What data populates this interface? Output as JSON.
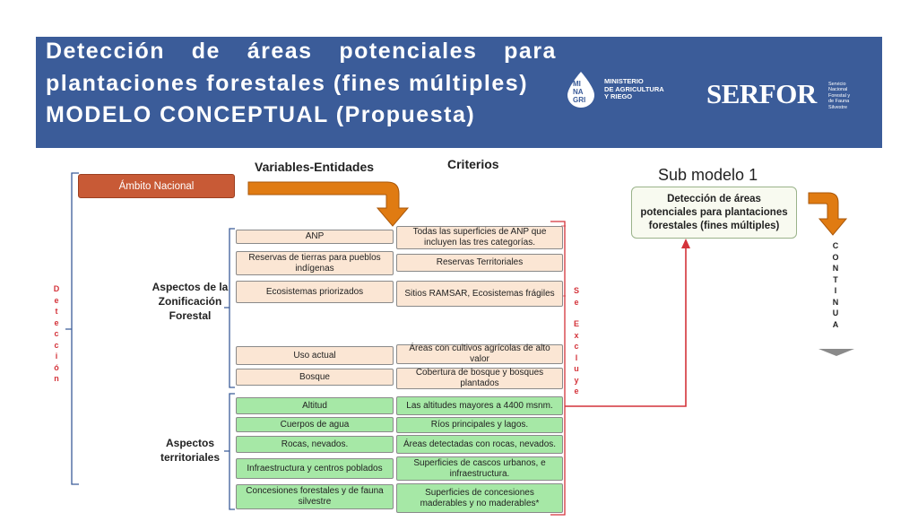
{
  "header": {
    "title_words_line1": [
      "Detección",
      "de",
      "áreas",
      "potenciales",
      "para"
    ],
    "title_line2": "plantaciones forestales (fines múltiples)",
    "title_line3": "MODELO CONCEPTUAL (Propuesta)",
    "minagri_mark": [
      "MI",
      "NA",
      "GRI"
    ],
    "minagri_text": [
      "MINISTERIO",
      "DE AGRICULTURA",
      "Y RIEGO"
    ],
    "serfor_logo": "SERFOR",
    "serfor_sub": [
      "Servicio",
      "Nacional",
      "Forestal y",
      "de Fauna",
      "Silvestre"
    ]
  },
  "headings": {
    "variables": "Variables-Entidades",
    "criterios": "Criterios",
    "submodelo": "Sub modelo 1"
  },
  "ambito": "Ámbito Nacional",
  "submodelo_box": "Detección de áreas potenciales para plantaciones forestales (fines múltiples)",
  "groups": {
    "zonificacion": "Aspectos de la Zonificación Forestal",
    "territoriales": "Aspectos territoriales"
  },
  "side_labels": {
    "deteccion": [
      "D",
      "e",
      "t",
      "e",
      "c",
      "c",
      "i",
      "ó",
      "n"
    ],
    "se_excluye": [
      "S",
      "e",
      "",
      "E",
      "x",
      "c",
      "l",
      "u",
      "y",
      "e"
    ],
    "continua": [
      "C",
      "O",
      "N",
      "T",
      "I",
      "N",
      "U",
      "A"
    ]
  },
  "zonificacion_rows": [
    {
      "variable": "ANP",
      "criterio": "Todas las superficies de ANP que incluyen las tres categorías."
    },
    {
      "variable": "Reservas de tierras para pueblos indígenas",
      "criterio": "Reservas Territoriales"
    },
    {
      "variable": "Ecosistemas priorizados",
      "criterio": "Sitios RAMSAR, Ecosistemas frágiles"
    },
    {
      "variable": "Uso actual",
      "criterio": "Áreas con cultivos agrícolas de alto valor"
    },
    {
      "variable": "Bosque",
      "criterio": "Cobertura de bosque y bosques plantados"
    }
  ],
  "territoriales_rows": [
    {
      "variable": "Altitud",
      "criterio": "Las altitudes mayores a 4400 msnm."
    },
    {
      "variable": "Cuerpos de agua",
      "criterio": "Ríos principales y lagos."
    },
    {
      "variable": "Rocas, nevados.",
      "criterio": "Áreas detectadas con rocas, nevados."
    },
    {
      "variable": "Infraestructura y centros poblados",
      "criterio": "Superficies de cascos urbanos,  e infraestructura."
    },
    {
      "variable": "Concesiones forestales y de fauna silvestre",
      "criterio": "Superficies de concesiones maderables y no maderables*"
    }
  ],
  "colors": {
    "header_bg": "#3b5c99",
    "ambito_bg": "#c85a36",
    "peach_box": "#fbe6d4",
    "green_box": "#a6e8a6",
    "arrow_orange": "#e07b12",
    "red_accent": "#d4333a",
    "bracket_blue": "#3b5c99"
  }
}
